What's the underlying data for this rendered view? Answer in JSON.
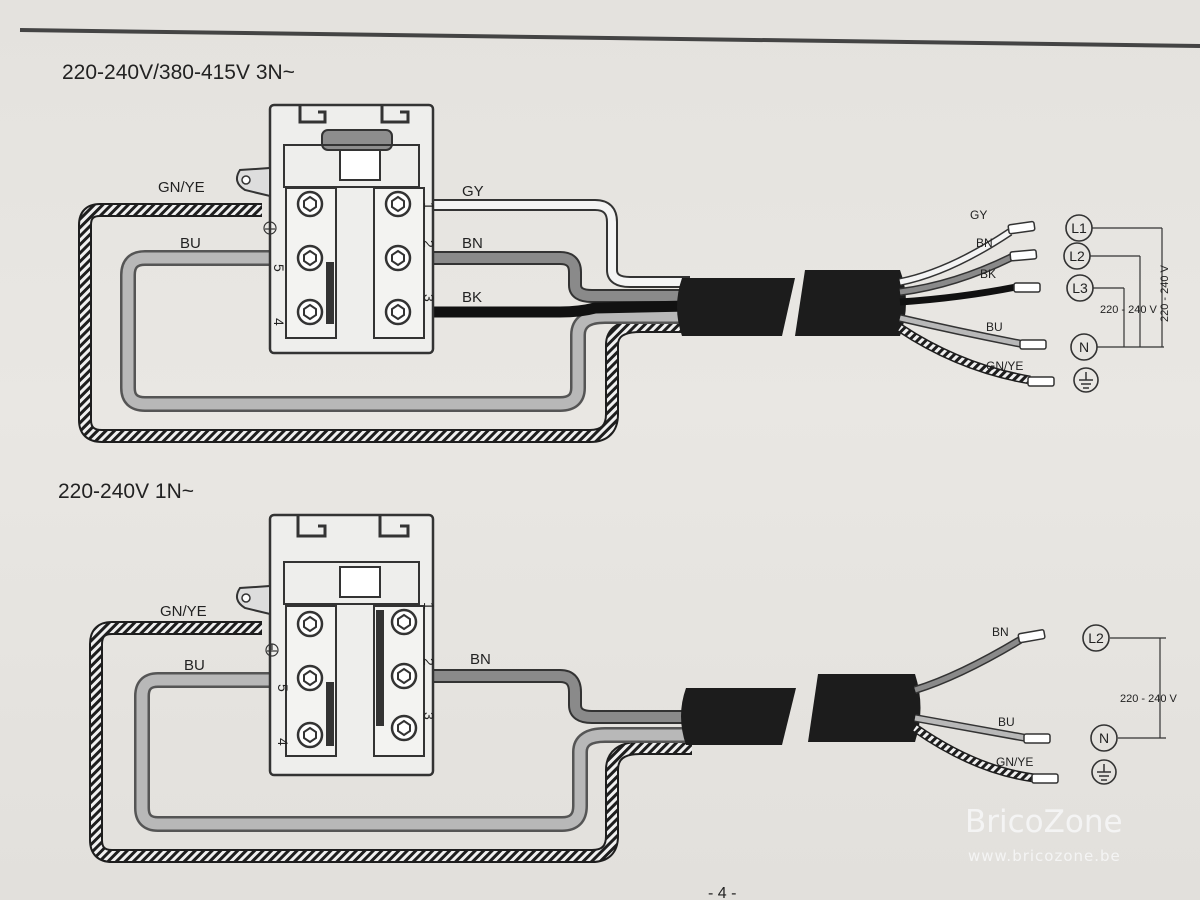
{
  "top": {
    "title": "220-240V/380-415V 3N~",
    "wires": {
      "ground": "GN/YE",
      "grey": "GY",
      "blue": "BU",
      "brown": "BN",
      "black": "BK"
    },
    "ends": [
      "GY",
      "BN",
      "BK",
      "BU",
      "GN/YE"
    ],
    "terminals": [
      "L1",
      "L2",
      "L3",
      "N"
    ],
    "voltage_1": "220 - 240 V",
    "voltage_2": "220 - 240 V",
    "block_numbers": [
      "4",
      "5",
      "1",
      "2",
      "3"
    ]
  },
  "bottom": {
    "title": "220-240V 1N~",
    "wires": {
      "ground": "GN/YE",
      "blue": "BU",
      "brown": "BN"
    },
    "ends": [
      "BN",
      "BU",
      "GN/YE"
    ],
    "terminals": [
      "L2",
      "N"
    ],
    "voltage": "220 - 240 V",
    "block_numbers": [
      "4",
      "5",
      "1",
      "2",
      "3"
    ]
  },
  "watermark": {
    "brand": "BricoZone",
    "url": "www.bricozone.be"
  },
  "page_number": "- 4 -",
  "icons": {
    "earth": "earth-ground-icon"
  }
}
